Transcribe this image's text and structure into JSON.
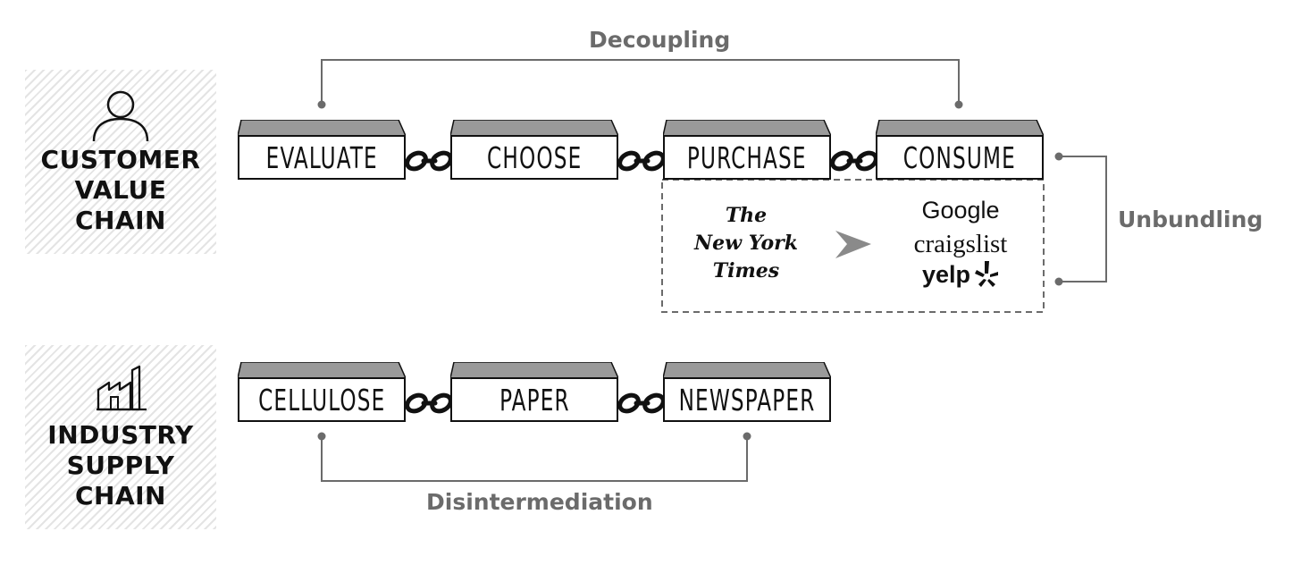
{
  "customer_chain": {
    "label_lines": [
      "CUSTOMER",
      "VALUE",
      "CHAIN"
    ],
    "icon": "person-icon",
    "stages": [
      "EVALUATE",
      "CHOOSE",
      "PURCHASE",
      "CONSUME"
    ]
  },
  "industry_chain": {
    "label_lines": [
      "INDUSTRY",
      "SUPPLY",
      "CHAIN"
    ],
    "icon": "factory-icon",
    "stages": [
      "CELLULOSE",
      "PAPER",
      "NEWSPAPER"
    ]
  },
  "connectors": {
    "decoupling": "Decoupling",
    "unbundling": "Unbundling",
    "disintermediation": "Disintermediation"
  },
  "unbundling_box": {
    "from_logo": [
      "The",
      "New York",
      "Times"
    ],
    "to_logos": [
      "Google",
      "craigslist",
      "yelp"
    ]
  },
  "colors": {
    "block_top": "#9a9a9a",
    "text": "#111111",
    "connector": "#6b6b6b"
  }
}
